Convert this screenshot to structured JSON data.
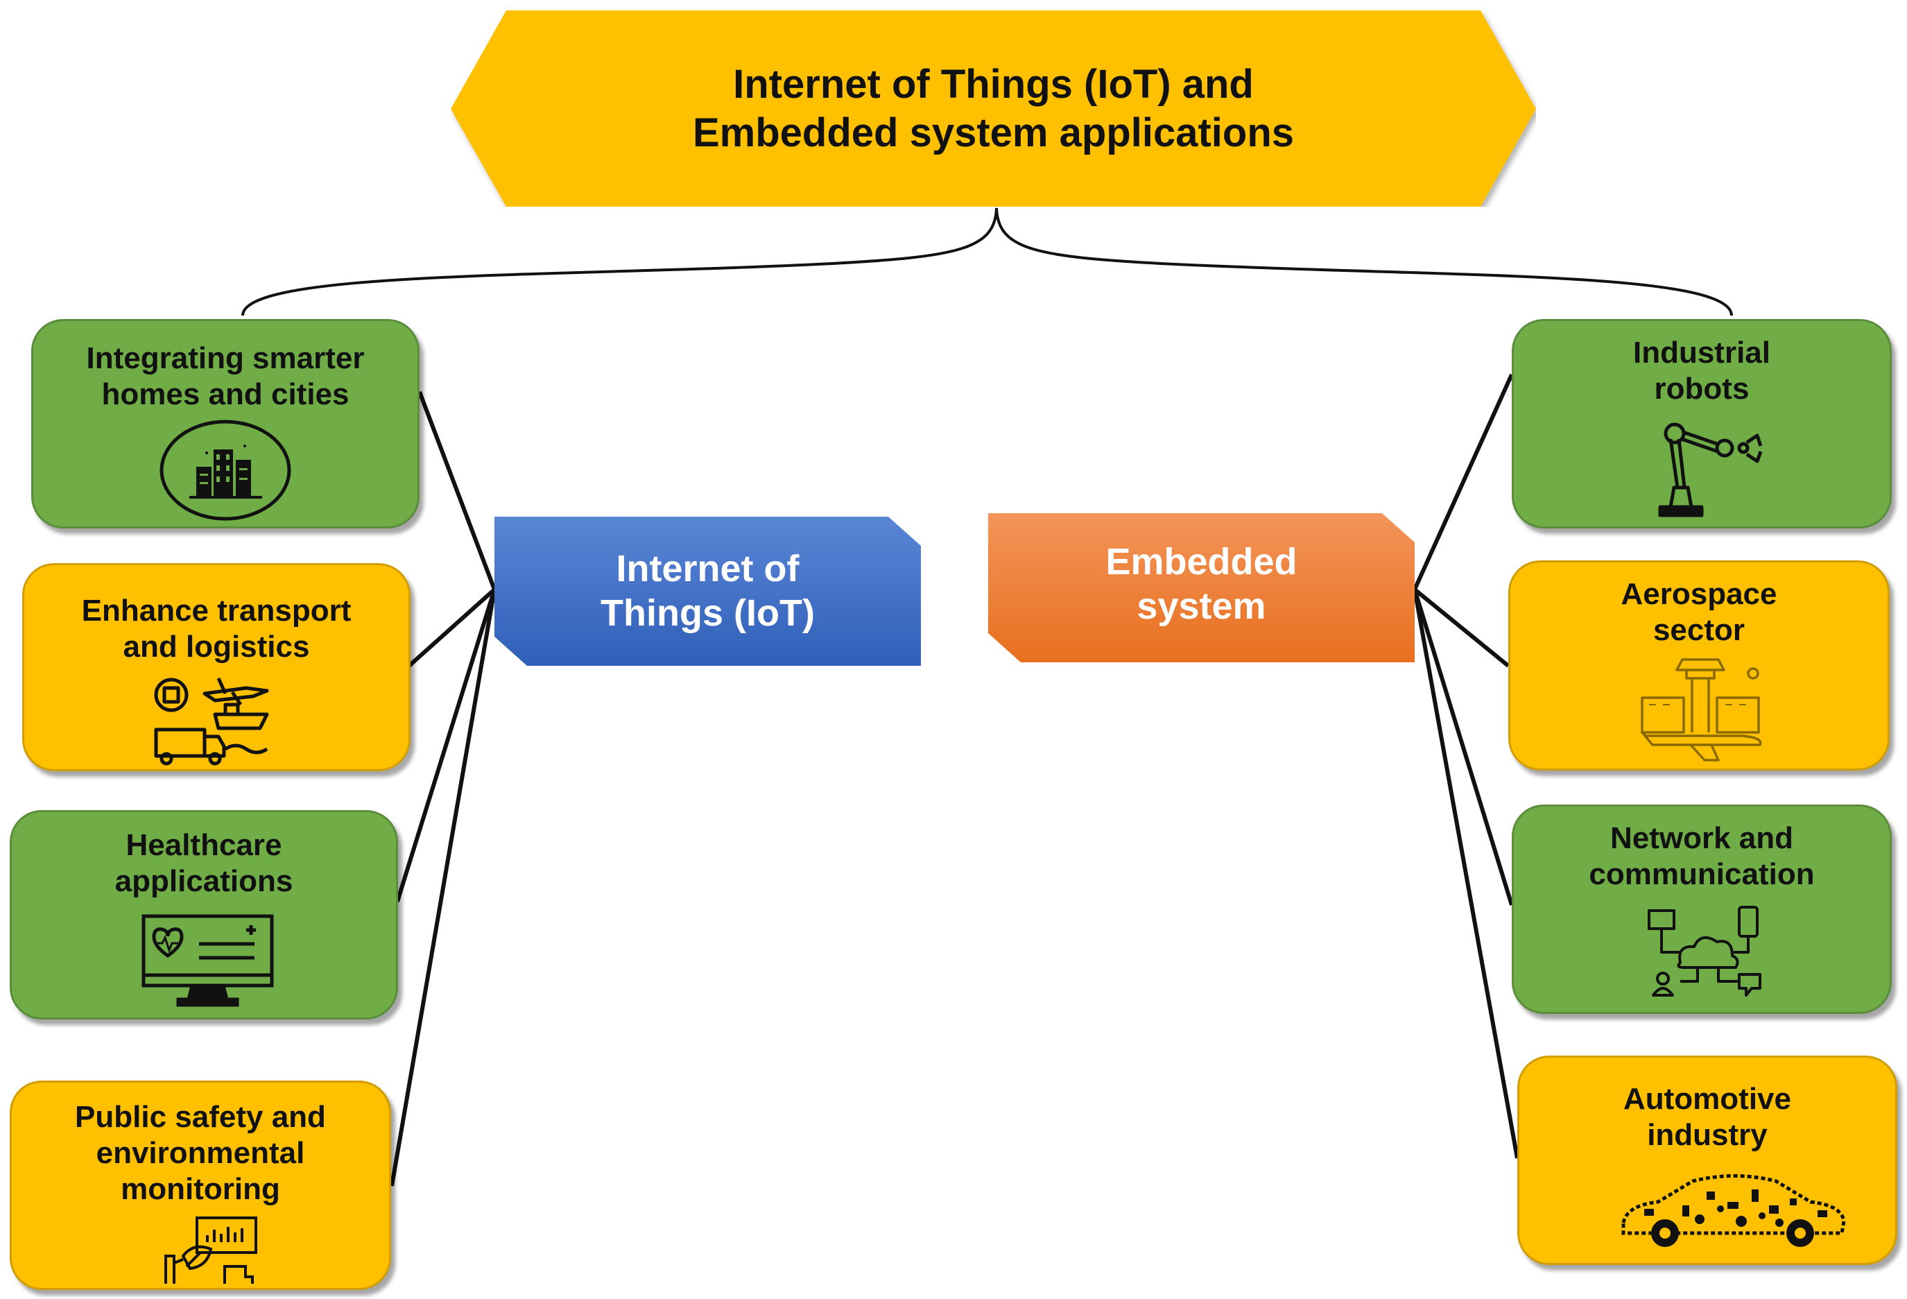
{
  "diagram": {
    "title": {
      "line1": "Internet of Things (IoT) and",
      "line2": "Embedded system applications"
    },
    "hubs": {
      "iot": {
        "line1": "Internet of",
        "line2": "Things (IoT)",
        "color": "#4472c4"
      },
      "embedded": {
        "line1": "Embedded",
        "line2": "system",
        "color": "#ed7d31"
      }
    },
    "iot_applications": [
      {
        "line1": "Integrating smarter",
        "line2": "homes and cities",
        "line3": "",
        "icon": "city-buildings-icon",
        "color": "#70ad47"
      },
      {
        "line1": "Enhance transport",
        "line2": "and logistics",
        "line3": "",
        "icon": "transport-logistics-icon",
        "color": "#ffc000"
      },
      {
        "line1": "Healthcare",
        "line2": "applications",
        "line3": "",
        "icon": "health-monitor-icon",
        "color": "#70ad47"
      },
      {
        "line1": "Public safety and",
        "line2": "environmental",
        "line3": "monitoring",
        "icon": "environment-dashboard-icon",
        "color": "#ffc000"
      }
    ],
    "embedded_applications": [
      {
        "line1": "Industrial",
        "line2": "robots",
        "icon": "robot-arm-icon",
        "color": "#70ad47"
      },
      {
        "line1": "Aerospace",
        "line2": "sector",
        "icon": "airport-airplane-icon",
        "color": "#ffc000"
      },
      {
        "line1": "Network and",
        "line2": "communication",
        "icon": "cloud-network-icon",
        "color": "#70ad47"
      },
      {
        "line1": "Automotive",
        "line2": "industry",
        "icon": "car-icon",
        "color": "#ffc000"
      }
    ],
    "banner_color": "#ffc000"
  }
}
